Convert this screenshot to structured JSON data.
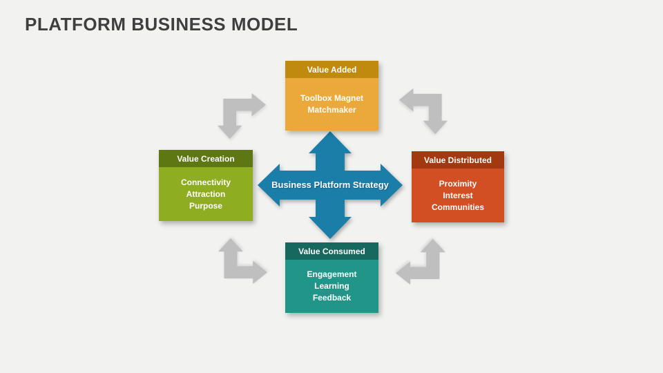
{
  "title": "PLATFORM BUSINESS MODEL",
  "colors": {
    "background": "#F2F2F1",
    "title_text": "#3F3F3F",
    "arrow_gray": "#BFBFBF",
    "cross_blue": "#1B7EA9",
    "box_text": "#FFFFFF"
  },
  "center": {
    "label": "Business Platform Strategy"
  },
  "boxes": {
    "top": {
      "header": "Value Added",
      "lines": [
        "Toolbox Magnet",
        "Matchmaker"
      ],
      "header_color": "#BF8A0D",
      "body_color": "#ECA93B"
    },
    "left": {
      "header": "Value Creation",
      "lines": [
        "Connectivity",
        "Attraction",
        "Purpose"
      ],
      "header_color": "#5D7812",
      "body_color": "#8FAD20"
    },
    "right": {
      "header": "Value Distributed",
      "lines": [
        "Proximity",
        "Interest",
        "Communities"
      ],
      "header_color": "#A23910",
      "body_color": "#D24E23"
    },
    "bottom": {
      "header": "Value Consumed",
      "lines": [
        "Engagement",
        "Learning",
        "Feedback"
      ],
      "header_color": "#17695F",
      "body_color": "#229589"
    }
  }
}
